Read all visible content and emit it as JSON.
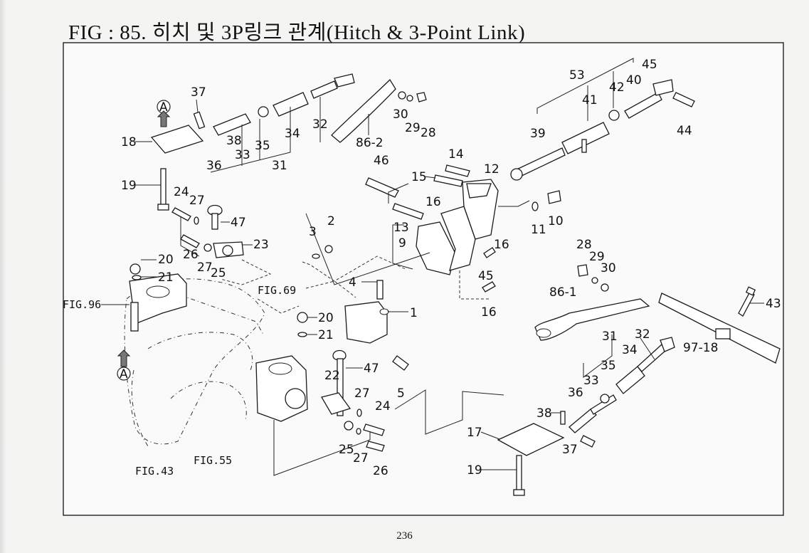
{
  "title": "FIG : 85. 히치 및 3P링크 관계(Hitch & 3-Point Link)",
  "page_number": "236",
  "callout_letter": "A",
  "refs": {
    "fig96": "FIG.96",
    "fig69": "FIG.69",
    "fig43": "FIG.43",
    "fig55": "FIG.55"
  },
  "labels": {
    "l37a": "37",
    "l18": "18",
    "l19a": "19",
    "l38a": "38",
    "l36a": "36",
    "l33a": "33",
    "l35a": "35",
    "l31a": "31",
    "l34a": "34",
    "l32a": "32",
    "l86_2": "86-2",
    "l30a": "30",
    "l29a": "29",
    "l28a": "28",
    "l53": "53",
    "l45a": "45",
    "l40": "40",
    "l41": "41",
    "l42": "42",
    "l39": "39",
    "l44": "44",
    "l46": "46",
    "l14": "14",
    "l15": "15",
    "l12": "12",
    "l16a": "16",
    "l13": "13",
    "l9": "9",
    "l16b": "16",
    "l11": "11",
    "l10": "10",
    "l45b": "45",
    "l16c": "16",
    "l24a": "24",
    "l27a": "27",
    "l47a": "47",
    "l23": "23",
    "l26a": "26",
    "l27b": "27",
    "l25a": "25",
    "l20a": "20",
    "l21a": "21",
    "l3": "3",
    "l2": "2",
    "l4": "4",
    "l1": "1",
    "l5": "5",
    "l20b": "20",
    "l21b": "21",
    "l22": "22",
    "l47b": "47",
    "l27c": "27",
    "l24b": "24",
    "l25b": "25",
    "l27d": "27",
    "l26b": "26",
    "l28b": "28",
    "l29b": "29",
    "l30b": "30",
    "l86_1": "86-1",
    "l43": "43",
    "l31b": "31",
    "l32b": "32",
    "l34b": "34",
    "l35b": "35",
    "l97_18": "97-18",
    "l33b": "33",
    "l36b": "36",
    "l38b": "38",
    "l17": "17",
    "l37b": "37",
    "l19b": "19"
  }
}
